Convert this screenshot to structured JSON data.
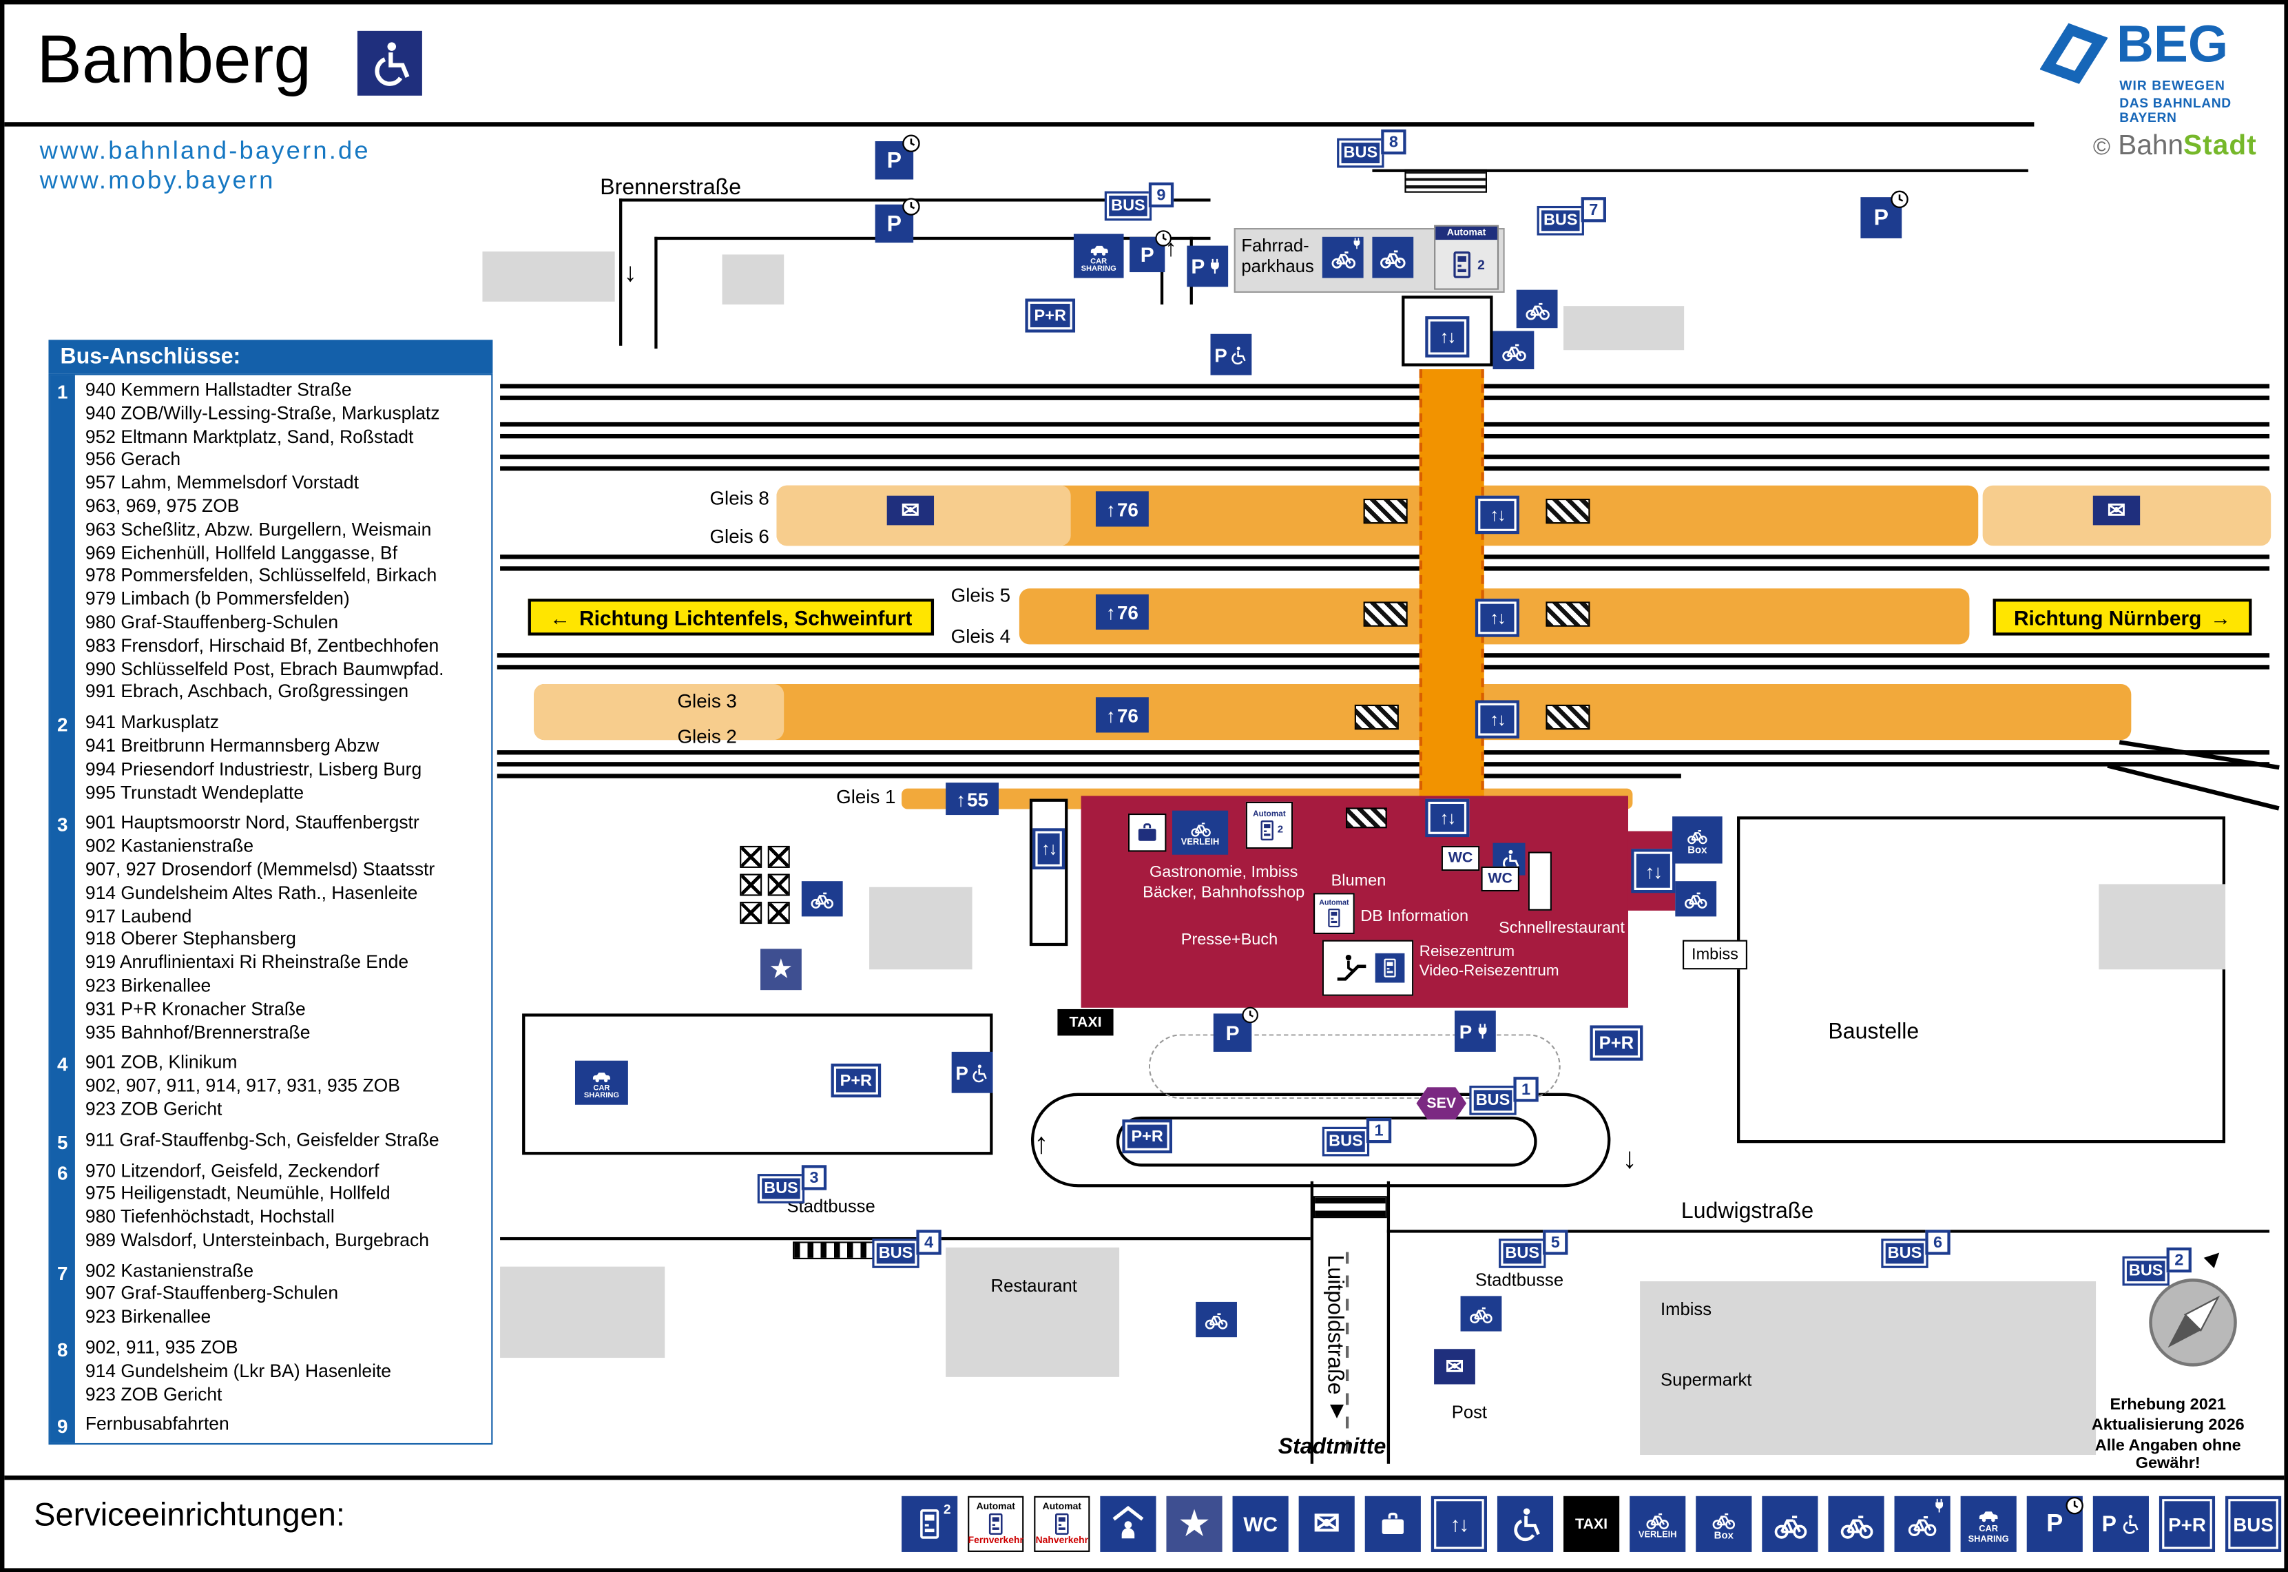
{
  "header": {
    "title": "Bamberg",
    "link1": "www.bahnland-bayern.de",
    "link2": "www.moby.bayern",
    "beg_name": "BEG",
    "beg_line1": "WIR BEWEGEN",
    "beg_line2": "DAS BAHNLAND BAYERN",
    "bahnstadt_copyright": "©",
    "bahnstadt_part1": "Bahn",
    "bahnstadt_part2": "Stadt"
  },
  "bus_panel": {
    "title": "Bus-Anschlüsse:",
    "groups": [
      {
        "num": "1",
        "text": "940 Kemmern Hallstadter Straße\n940 ZOB/Willy-Lessing-Straße, Markusplatz\n952 Eltmann Marktplatz, Sand, Roßstadt\n956 Gerach\n957 Lahm, Memmelsdorf Vorstadt\n963, 969, 975 ZOB\n963 Scheßlitz, Abzw. Burgellern, Weismain\n969 Eichenhüll, Hollfeld Langgasse, Bf\n978 Pommersfelden, Schlüsselfeld, Birkach\n979 Limbach (b Pommersfelden)\n980 Graf-Stauffenberg-Schulen\n983 Frensdorf, Hirschaid Bf, Zentbechhofen\n990 Schlüsselfeld Post, Ebrach Baumwpfad.\n991 Ebrach, Aschbach, Großgressingen"
      },
      {
        "num": "2",
        "text": "941 Markusplatz\n941 Breitbrunn Hermannsberg Abzw\n994 Priesendorf Industriestr, Lisberg Burg\n995 Trunstadt Wendeplatte"
      },
      {
        "num": "3",
        "text": "901 Hauptsmoorstr Nord, Stauffenbergstr\n902 Kastanienstraße\n907, 927 Drosendorf (Memmelsd) Staatsstr\n914 Gundelsheim Altes Rath., Hasenleite\n917 Laubend\n918 Oberer Stephansberg\n919 Anruflinientaxi Ri Rheinstraße Ende\n923 Birkenallee\n931 P+R Kronacher Straße\n935 Bahnhof/Brennerstraße"
      },
      {
        "num": "4",
        "text": "901 ZOB, Klinikum\n902, 907, 911, 914, 917, 931, 935 ZOB\n923 ZOB Gericht"
      },
      {
        "num": "5",
        "text": "911 Graf-Stauffenbg-Sch, Geisfelder Straße"
      },
      {
        "num": "6",
        "text": "970 Litzendorf, Geisfeld, Zeckendorf\n975 Heiligenstadt, Neumühle, Hollfeld\n980 Tiefenhöchstadt, Hochstall\n989 Walsdorf, Untersteinbach, Burgebrach"
      },
      {
        "num": "7",
        "text": "902 Kastanienstraße\n907 Graf-Stauffenberg-Schulen\n923 Birkenallee"
      },
      {
        "num": "8",
        "text": "902, 911, 935 ZOB\n914 Gundelsheim (Lkr BA) Hasenleite\n923 ZOB Gericht"
      },
      {
        "num": "9",
        "text": "Fernbusabfahrten"
      }
    ]
  },
  "map": {
    "streets": {
      "brennerstrasse": "Brennerstraße",
      "ludwigstrasse": "Ludwigstraße",
      "luitpoldstrasse": "Luitpoldstraße",
      "stadtmitte": "Stadtmitte"
    },
    "directions": {
      "west": "Richtung Lichtenfels, Schweinfurt",
      "east": "Richtung Nürnberg"
    },
    "gleis": {
      "g8": "Gleis 8",
      "g6": "Gleis 6",
      "g5": "Gleis 5",
      "g4": "Gleis 4",
      "g3": "Gleis 3",
      "g2": "Gleis 2",
      "g1": "Gleis 1"
    },
    "signs": {
      "s76": "76",
      "s55": "55"
    },
    "areas": {
      "fahrradparkhaus": "Fahrrad-\nparkhaus",
      "stadtbusse": "Stadtbusse",
      "restaurant": "Restaurant",
      "imbiss": "Imbiss",
      "supermarkt": "Supermarkt",
      "post": "Post",
      "baustelle": "Baustelle"
    },
    "building": {
      "gastronomie": "Gastronomie, Imbiss\nBäcker, Bahnhofsshop",
      "blumen": "Blumen",
      "db_information": "DB Information",
      "presse_buch": "Presse+Buch",
      "reisezentrum": "Reisezentrum\nVideo-Reisezentrum",
      "schnellrestaurant": "Schnellrestaurant"
    },
    "bus_numbers": [
      "1",
      "2",
      "3",
      "4",
      "5",
      "6",
      "7",
      "8",
      "9"
    ],
    "survey": {
      "line1": "Erhebung 2021",
      "line2": "Aktualisierung 2026",
      "line3": "Alle Angaben ohne Gewähr!"
    }
  },
  "labels": {
    "bus": "BUS",
    "pr": "P+R",
    "p": "P",
    "wc": "WC",
    "taxi": "TAXI",
    "sev": "SEV",
    "verleih": "VERLEIH",
    "box": "Box",
    "car_sharing": "CAR\nSHARING",
    "automat": "Automat",
    "two": "2"
  },
  "footer": {
    "title": "Serviceeinrichtungen:",
    "fernverkehr": "Fernverkehr",
    "nahverkehr": "Nahverkehr"
  },
  "colors": {
    "icon_blue": "#1d3c8f",
    "panel_blue": "#1460aa",
    "building_red": "#a61b3f",
    "platform_orange": "#f2a93b",
    "platform_light": "#f7cd8d",
    "underpass_orange": "#f29300",
    "direction_yellow": "#ffe500",
    "sev_purple": "#7b2982",
    "link_blue": "#1577c2",
    "bahnstadt_green": "#76b82a",
    "beg_blue": "#1666b8"
  }
}
